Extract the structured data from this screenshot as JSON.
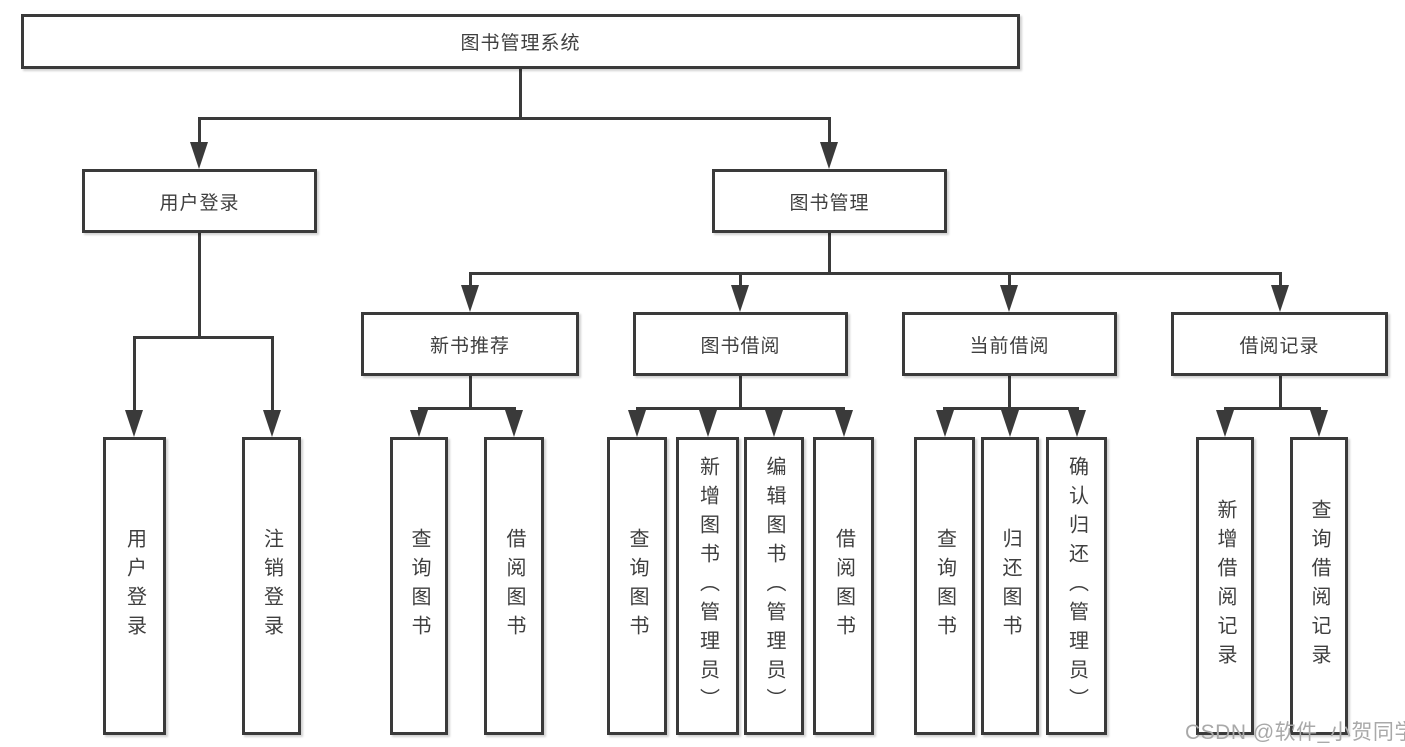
{
  "tree": {
    "label": "图书管理系统",
    "children": [
      {
        "label": "用户登录",
        "children": [
          {
            "label": "用户登录"
          },
          {
            "label": "注销登录"
          }
        ]
      },
      {
        "label": "图书管理",
        "children": [
          {
            "label": "新书推荐",
            "children": [
              {
                "label": "查询图书"
              },
              {
                "label": "借阅图书"
              }
            ]
          },
          {
            "label": "图书借阅",
            "children": [
              {
                "label": "查询图书"
              },
              {
                "label": "新增图书（管理员）"
              },
              {
                "label": "编辑图书（管理员）"
              },
              {
                "label": "借阅图书"
              }
            ]
          },
          {
            "label": "当前借阅",
            "children": [
              {
                "label": "查询图书"
              },
              {
                "label": "归还图书"
              },
              {
                "label": "确认归还（管理员）"
              }
            ]
          },
          {
            "label": "借阅记录",
            "children": [
              {
                "label": "新增借阅记录"
              },
              {
                "label": "查询借阅记录"
              }
            ]
          }
        ]
      }
    ]
  },
  "watermark": {
    "text": "CSDN @软件_小贺同学"
  },
  "colors": {
    "line": "#3a3a3a",
    "box_border": "#3a3a3a",
    "text": "#3f3f3f",
    "watermark_text": "#a9a9a9",
    "background": "#ffffff"
  }
}
